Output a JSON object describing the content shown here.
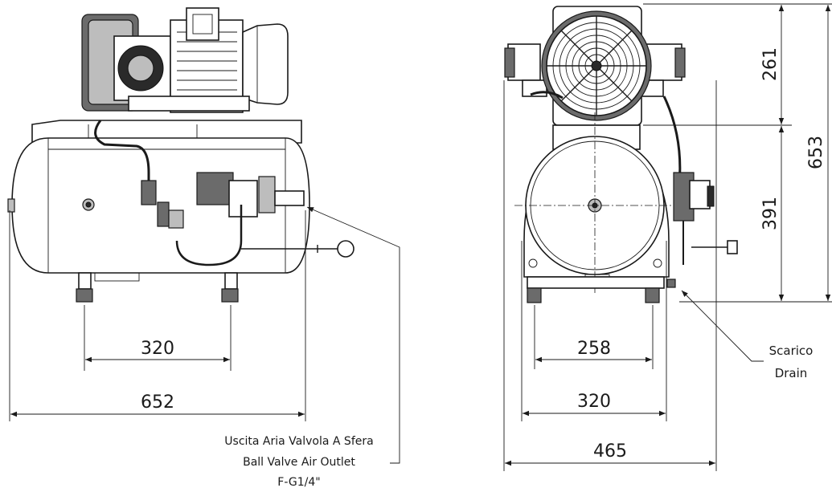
{
  "drawing": {
    "side_view": {
      "dim_feet_spacing": "320",
      "dim_overall_length": "652",
      "outlet_note": {
        "line1": "Uscita Aria Valvola A Sfera",
        "line2": "Ball Valve Air Outlet",
        "line3": "F-G1/4\""
      }
    },
    "front_view": {
      "dim_motor_height": "261",
      "dim_total_height": "653",
      "dim_tank_height": "391",
      "dim_feet_inner": "258",
      "dim_feet_outer": "320",
      "dim_overall_width": "465",
      "drain_note": {
        "line1": "Scarico",
        "line2": "Drain"
      }
    }
  }
}
